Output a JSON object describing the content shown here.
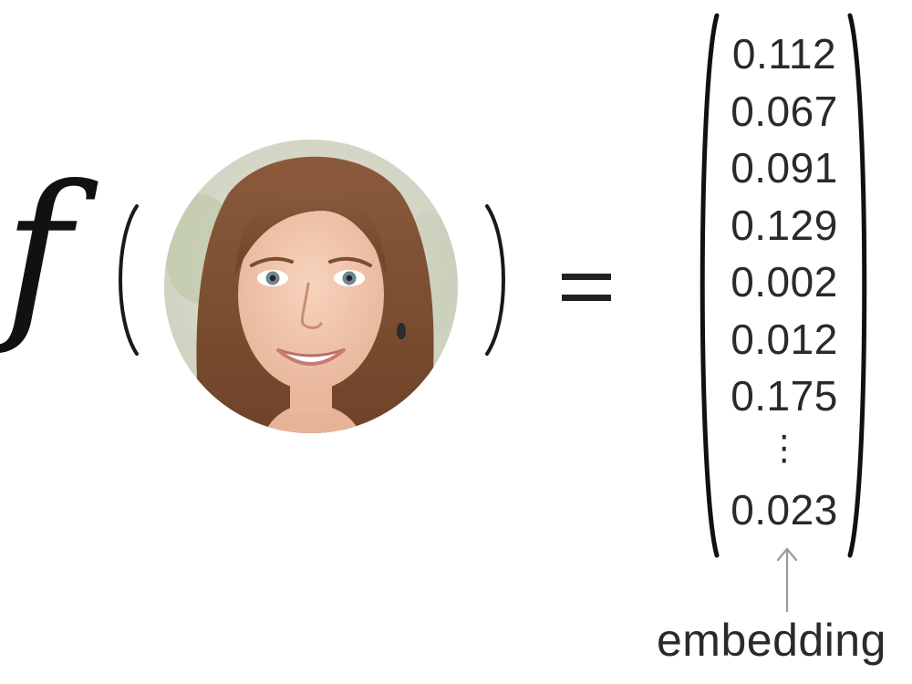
{
  "function_symbol": "f",
  "equals_sign": "=",
  "embedding_values": [
    "0.112",
    "0.067",
    "0.091",
    "0.129",
    "0.002",
    "0.012",
    "0.175",
    "⋮",
    "0.023"
  ],
  "embedding_label": "embedding",
  "colors": {
    "text": "#1a1a1a",
    "arrow": "#9a9a9a",
    "hair": "#8a5a3a",
    "skin": "#f0c4a8"
  },
  "icons": {
    "input_image": "portrait-photo",
    "pointer": "up-arrow-icon"
  }
}
